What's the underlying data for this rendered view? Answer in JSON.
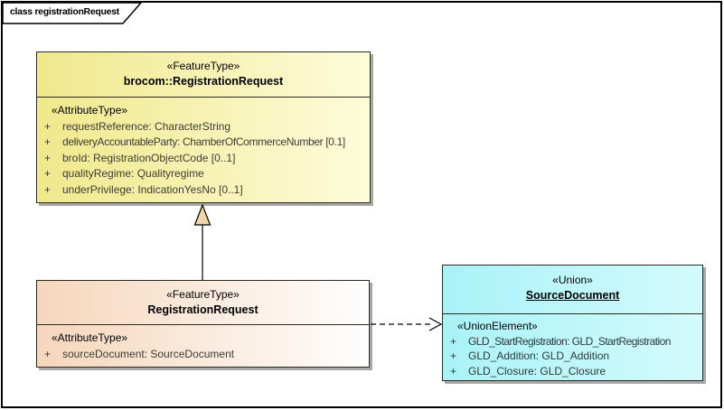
{
  "diagram": {
    "title": "class registrationRequest"
  },
  "boxes": {
    "brocom_registration_request": {
      "stereotype": "«FeatureType»",
      "name": "brocom::RegistrationRequest",
      "section_label": "«AttributeType»",
      "attributes": [
        {
          "visibility": "+",
          "signature": "requestReference: CharacterString"
        },
        {
          "visibility": "+",
          "signature": "deliveryAccountableParty: ChamberOfCommerceNumber [0.1]"
        },
        {
          "visibility": "+",
          "signature": "broId: RegistrationObjectCode [0..1]"
        },
        {
          "visibility": "+",
          "signature": "qualityRegime: Qualityregime"
        },
        {
          "visibility": "+",
          "signature": "underPrivilege: IndicationYesNo [0..1]"
        }
      ]
    },
    "registration_request": {
      "stereotype": "«FeatureType»",
      "name": "RegistrationRequest",
      "section_label": "«AttributeType»",
      "attributes": [
        {
          "visibility": "+",
          "signature": "sourceDocument: SourceDocument"
        }
      ]
    },
    "source_document": {
      "stereotype": "«Union»",
      "name": "SourceDocument",
      "section_label": "«UnionElement»",
      "attributes": [
        {
          "visibility": "+",
          "signature": "GLD_StartRegistration: GLD_StartRegistration"
        },
        {
          "visibility": "+",
          "signature": "GLD_Addition: GLD_Addition"
        },
        {
          "visibility": "+",
          "signature": "GLD_Closure: GLD_Closure"
        }
      ]
    }
  },
  "connectors": [
    {
      "type": "generalization",
      "from": "RegistrationRequest",
      "to": "brocom::RegistrationRequest"
    },
    {
      "type": "dependency",
      "from": "RegistrationRequest",
      "to": "SourceDocument"
    }
  ],
  "colors": {
    "box_yellow_start": "#f0e88c",
    "box_yellow_end": "#fdfcda",
    "box_peach_start": "#f6d6bb",
    "box_peach_end": "#fefefe",
    "box_cyan_start": "#a9f2f8",
    "box_cyan_end": "#d3fbfd",
    "border": "#2b2b20",
    "shadow": "#a8a8a8",
    "generalization_arrowhead_fill": "#f0d4a5",
    "frame_border": "#000000"
  }
}
